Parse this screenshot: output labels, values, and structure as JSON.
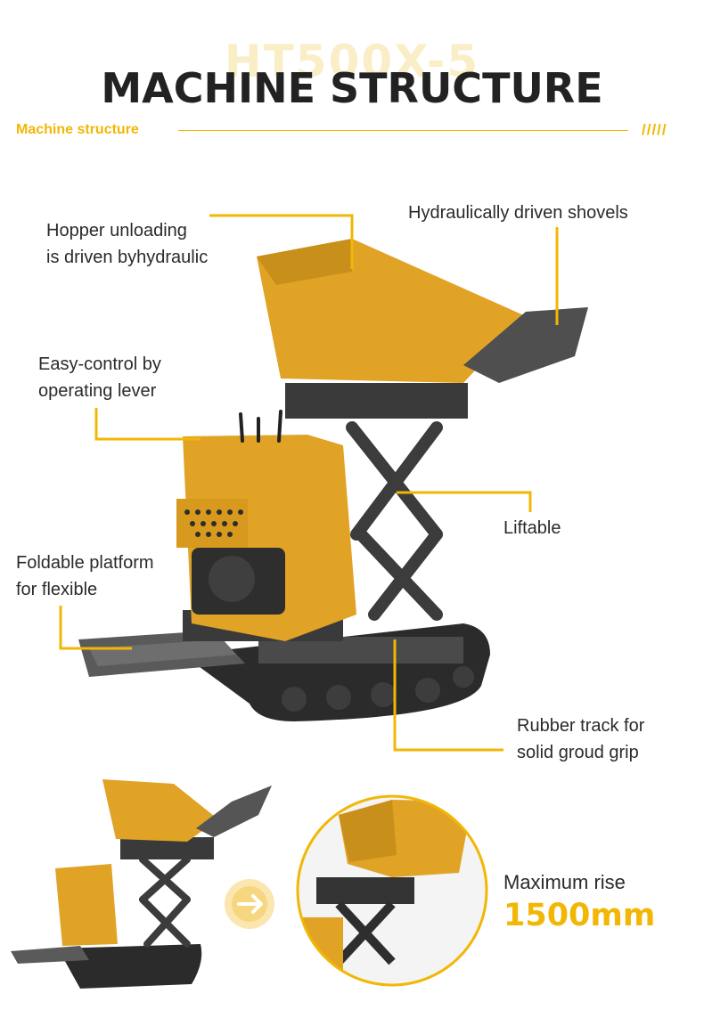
{
  "header": {
    "ghost_text": "HT500X-5",
    "title": "MACHINE STRUCTURE",
    "subtitle": "Machine structure",
    "decor": "/////"
  },
  "callouts": {
    "hopper": [
      "Hopper unloading",
      "is driven byhydraulic"
    ],
    "shovels": [
      "Hydraulically driven shovels"
    ],
    "lever": [
      "Easy-control by",
      "operating lever"
    ],
    "liftable": [
      "Liftable"
    ],
    "platform": [
      "Foldable platform",
      "for flexible"
    ],
    "track": [
      "Rubber track for",
      "solid groud grip"
    ]
  },
  "rise": {
    "label": "Maximum rise",
    "value": "1500mm"
  },
  "colors": {
    "accent": "#f2b705",
    "machine_yellow": "#e0a326",
    "dark": "#2b2b2b"
  }
}
